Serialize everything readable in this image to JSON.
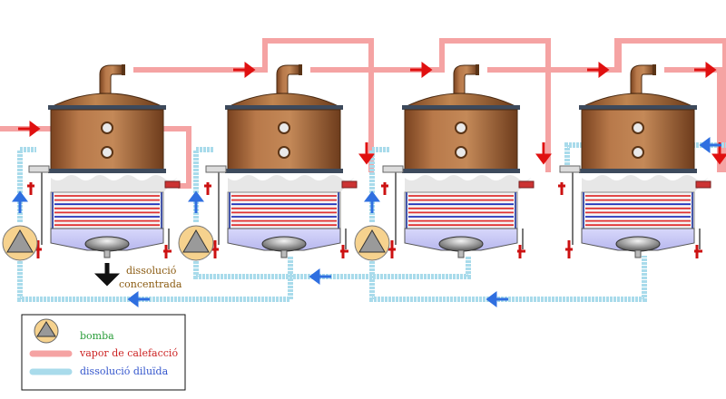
{
  "annotations": {
    "outlet_line1": "dissolució",
    "outlet_line2": "concentrada"
  },
  "legend": {
    "pump": "bomba",
    "steam": "vapor de calefacció",
    "dilute": "dissolució diluïda"
  },
  "colors": {
    "steam_pipe": "#f5a3a3",
    "steam_arrow": "#e01010",
    "dilute_pipe": "#a9dbeb",
    "dilute_arrow": "#2f6fe0",
    "copper": "#a9683a",
    "coil_red": "#e03030",
    "coil_blue": "#2233bb",
    "liquid": "#c9c9f5",
    "pump_fill": "#f6d28e",
    "pump_text": "#2a9d3a",
    "steam_text": "#cc2222",
    "dilute_text": "#3355cc",
    "outlet_text": "#8a5a10"
  }
}
